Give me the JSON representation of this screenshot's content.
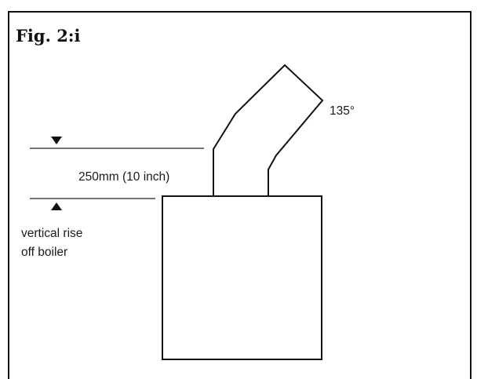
{
  "figure": {
    "title": "Fig. 2:i",
    "angle_label": "135°",
    "dimension_label": "250mm (10 inch)",
    "vertical_rise_line1": "vertical rise",
    "vertical_rise_line2": "off boiler"
  }
}
